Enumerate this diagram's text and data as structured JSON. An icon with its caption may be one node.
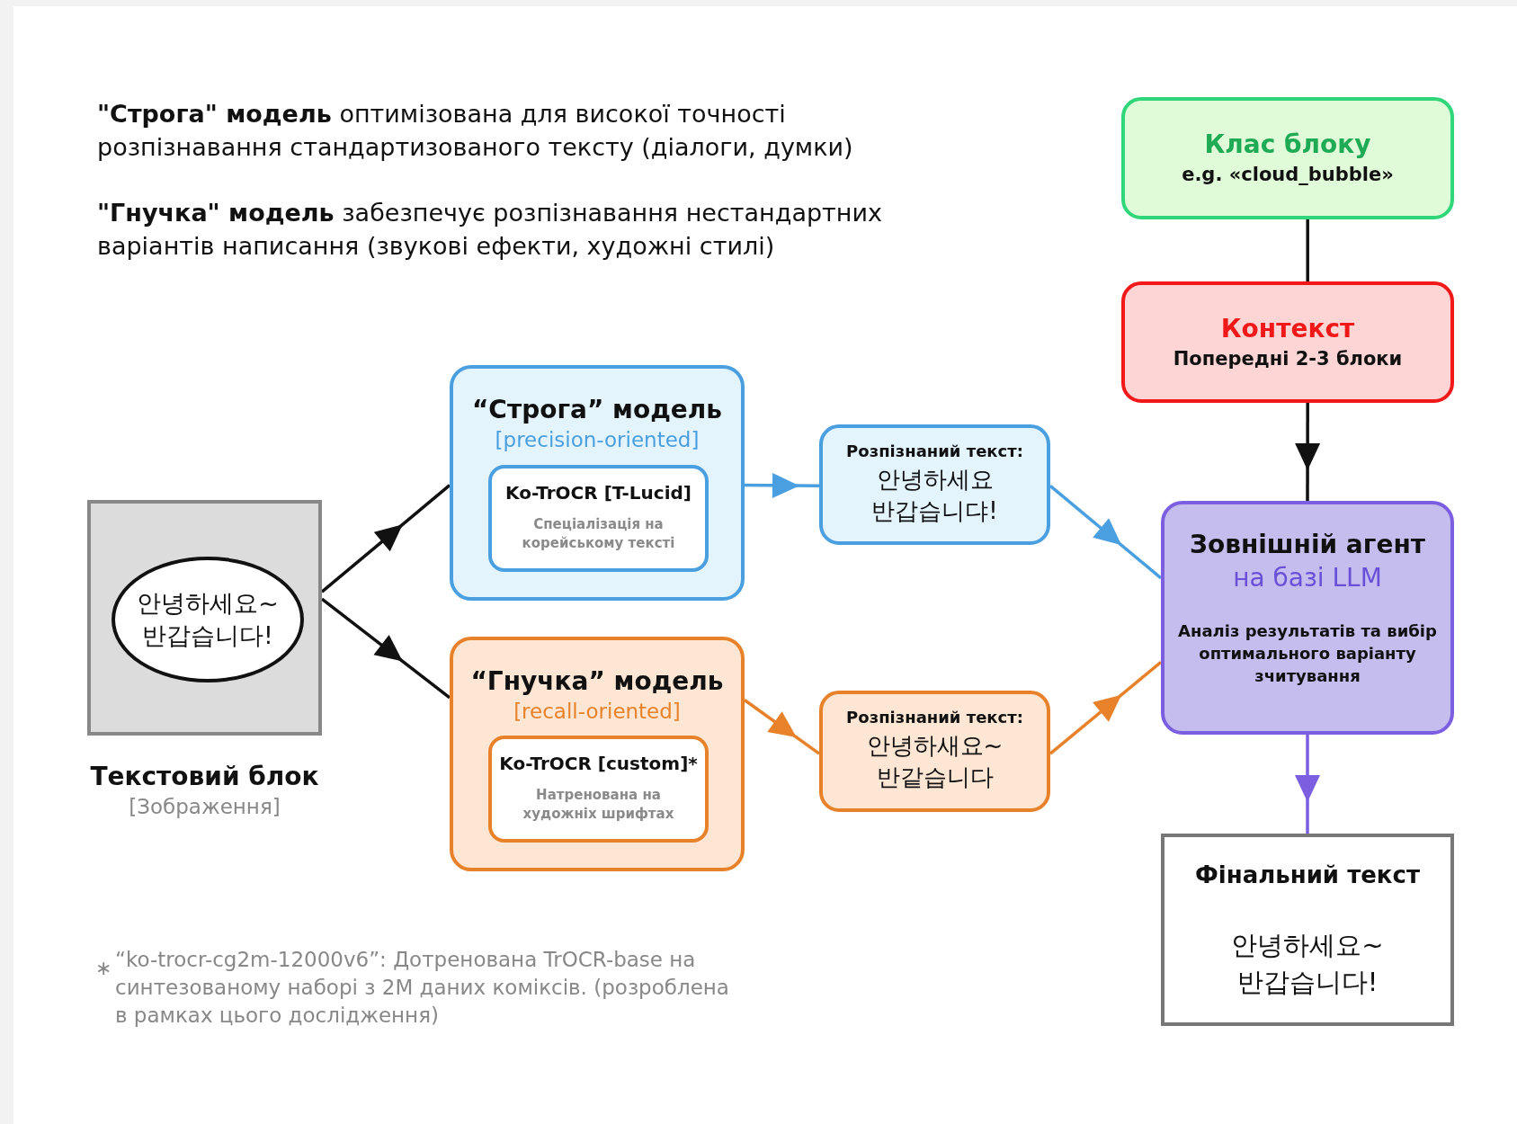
{
  "diagram": {
    "nodes": [
      {
        "text": [
          "Текстовий блок",
          "[Зображення]"
        ]
      },
      {
        "text": [
          "안녕하세요~ 반갑습니다!"
        ],
        "in": 0
      },
      {
        "text": [
          "“Строга” модель",
          "[precision-oriented]"
        ]
      },
      {
        "text": [
          "Ko-TrOCR [T-Lucid]",
          "Спеціалізація на корейському тексті"
        ],
        "in": 2
      },
      {
        "text": [
          "“Гнучка” модель",
          "[recall-oriented]"
        ]
      },
      {
        "text": [
          "Ko-TrOCR [custom]*",
          "Натренована на художніх шрифтах"
        ],
        "in": 4
      },
      {
        "text": [
          "Розпізнаний текст:",
          "안녕하세요 반갑습니댜!"
        ]
      },
      {
        "text": [
          "Розпізнаний текст:",
          "안녕하새요~ 반같습니다"
        ]
      },
      {
        "text": [
          "Клас блоку",
          "e.g. «cloud_bubble»"
        ]
      },
      {
        "text": [
          "Контекст",
          "Попередні 2-3 блоки"
        ]
      },
      {
        "text": [
          "Зовнішній агент",
          "на базі LLM",
          "Аналіз результатів та вибір оптимального варіанту зчитування"
        ]
      },
      {
        "text": [
          "Фінальний текст",
          "안녕하세요~ 반갑습니다!"
        ]
      }
    ],
    "edges": [
      {
        "from": 0,
        "to": 2,
        "arrow": "to"
      },
      {
        "from": 0,
        "to": 4,
        "arrow": "to"
      },
      {
        "from": 2,
        "to": 6,
        "arrow": "to",
        "color": "#4a9fe0"
      },
      {
        "from": 4,
        "to": 7,
        "arrow": "to",
        "color": "#e8822a"
      },
      {
        "from": 6,
        "to": 10,
        "arrow": "to",
        "color": "#4a9fe0"
      },
      {
        "from": 7,
        "to": 10,
        "arrow": "to",
        "color": "#e8822a"
      },
      {
        "from": 8,
        "to": 9,
        "arrow": "none"
      },
      {
        "from": 9,
        "to": 10,
        "arrow": "to"
      },
      {
        "from": 10,
        "to": 11,
        "arrow": "to",
        "color": "#7b5fe0"
      }
    ],
    "labels": [
      "**\"Строга\" модель** оптимізована для високої точності розпізнавання стандартизованого тексту (діалоги, думки)",
      "**\"Гнучка\" модель** забезпечує розпізнавання нестандартних варіантів написання (звукові ефекти, художні стилі)",
      "∗",
      "“ko-trocr-cg2m-12000v6”: Дотренована TrOCR-base на синтезованому наборі з 2M даних коміксів. (розроблена в рамках цього дослідження)"
    ]
  }
}
